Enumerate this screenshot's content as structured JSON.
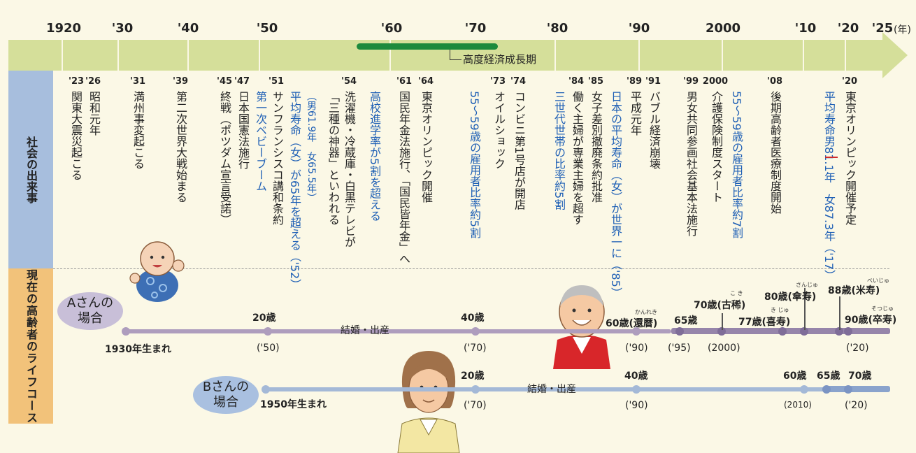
{
  "timeline": {
    "years": [
      {
        "label": "1920"
      },
      {
        "label": "'30"
      },
      {
        "label": "'40"
      },
      {
        "label": "'50"
      },
      {
        "label": "'60"
      },
      {
        "label": "'70"
      },
      {
        "label": "'80"
      },
      {
        "label": "'90"
      },
      {
        "label": "2000"
      },
      {
        "label": "'10"
      },
      {
        "label": "'20"
      },
      {
        "label": "'25"
      }
    ],
    "year_unit": "(年)",
    "growth_label": "高度経済成長期"
  },
  "sections": {
    "social_events": "社会の出来事",
    "life_course": "現在の高齢者のライフコース"
  },
  "events": [
    {
      "year": "'23",
      "text": "関東大震災起こる",
      "color": "black"
    },
    {
      "year": "'26",
      "text": "昭和元年",
      "color": "black"
    },
    {
      "year": "'31",
      "text": "満州事変起こる",
      "color": "black"
    },
    {
      "year": "'39",
      "text": "第二次世界大戦始まる",
      "color": "black"
    },
    {
      "year": "'45",
      "text": "終戦（ポツダム宣言受諾）",
      "color": "black"
    },
    {
      "year": "'47",
      "text": "日本国憲法施行",
      "color": "black"
    },
    {
      "year": "",
      "text": "第一次ベビーブーム",
      "color": "blue"
    },
    {
      "year": "'51",
      "text": "サンフランシスコ講和条約",
      "color": "black"
    },
    {
      "year": "",
      "text": "平均寿命（女）が65年を超える（'52）",
      "color": "blue"
    },
    {
      "year": "",
      "text": "（男61.9年　女65.5年）",
      "color": "blue"
    },
    {
      "year": "'54",
      "text": "洗濯機・冷蔵庫・白黒テレビが",
      "color": "black"
    },
    {
      "year": "",
      "text": "「三種の神器」といわれる",
      "color": "black"
    },
    {
      "year": "",
      "text": "高校進学率が5割を超える",
      "color": "blue"
    },
    {
      "year": "'61",
      "text": "国民年金法施行、「国民皆年金」へ",
      "color": "black"
    },
    {
      "year": "'64",
      "text": "東京オリンピック開催",
      "color": "black"
    },
    {
      "year": "",
      "text": "55～59歳の雇用者比率約5割",
      "color": "blue"
    },
    {
      "year": "'73",
      "text": "オイルショック",
      "color": "black"
    },
    {
      "year": "'74",
      "text": "コンビニ第1号店が開店",
      "color": "black"
    },
    {
      "year": "",
      "text": "三世代世帯の比率約5割",
      "color": "blue"
    },
    {
      "year": "'84",
      "text": "働く主婦が専業主婦を超す",
      "color": "black"
    },
    {
      "year": "'85",
      "text": "女子差別撤廃条約批准",
      "color": "black"
    },
    {
      "year": "",
      "text": "日本の平均寿命（女）が世界一に（'85）",
      "color": "blue"
    },
    {
      "year": "'89",
      "text": "平成元年",
      "color": "black"
    },
    {
      "year": "'91",
      "text": "バブル経済崩壊",
      "color": "black"
    },
    {
      "year": "'99",
      "text": "男女共同参画社会基本法施行",
      "color": "black"
    },
    {
      "year": "2000",
      "text": "介護保険制度スタート",
      "color": "black"
    },
    {
      "year": "",
      "text": "55～59歳の雇用者比率約7割",
      "color": "blue"
    },
    {
      "year": "'08",
      "text": "後期高齢者医療制度開始",
      "color": "black"
    },
    {
      "year": "",
      "text": "平均寿命男81.1年　女87.3年（'17）",
      "color": "blue"
    },
    {
      "year": "'20",
      "text": "東京オリンピック開催予定",
      "color": "black"
    }
  ],
  "person_a": {
    "name": "Aさんの",
    "name2": "場合",
    "birth": "1930年生まれ",
    "marriage": "結婚・出産",
    "age20": "20歳",
    "y20": "('50)",
    "age40": "40歳",
    "y40": "('70)",
    "age60": "60歳(還暦)",
    "y60": "('90)",
    "ruby60": "かんれき",
    "age65": "65歳",
    "y65": "('95)",
    "age70": "70歳(古稀)",
    "y70": "(2000)",
    "ruby70": "こ き",
    "age77": "77歳(喜寿)",
    "ruby77": "き じゅ",
    "age80": "80歳(傘寿)",
    "ruby80": "さんじゅ",
    "age88": "88歳(米寿)",
    "ruby88": "べいじゅ",
    "age90": "90歳(卒寿)",
    "y90": "('20)",
    "ruby90": "そつじゅ"
  },
  "person_b": {
    "name": "Bさんの",
    "name2": "場合",
    "birth": "1950年生まれ",
    "marriage": "結婚・出産",
    "age20": "20歳",
    "y20": "('70)",
    "age40": "40歳",
    "y40": "('90)",
    "age60": "60歳",
    "y60": "(2010)",
    "age65": "65歳",
    "age70": "70歳",
    "y70": "('20)"
  },
  "colors": {
    "band": "#d5df9a",
    "growth": "#1c8a3c",
    "events_side": "#a7bedd",
    "life_side": "#f2c27a",
    "line_a": "#ae9dbd",
    "line_b": "#a4b9d7",
    "blue_text": "#1e5fb5"
  }
}
